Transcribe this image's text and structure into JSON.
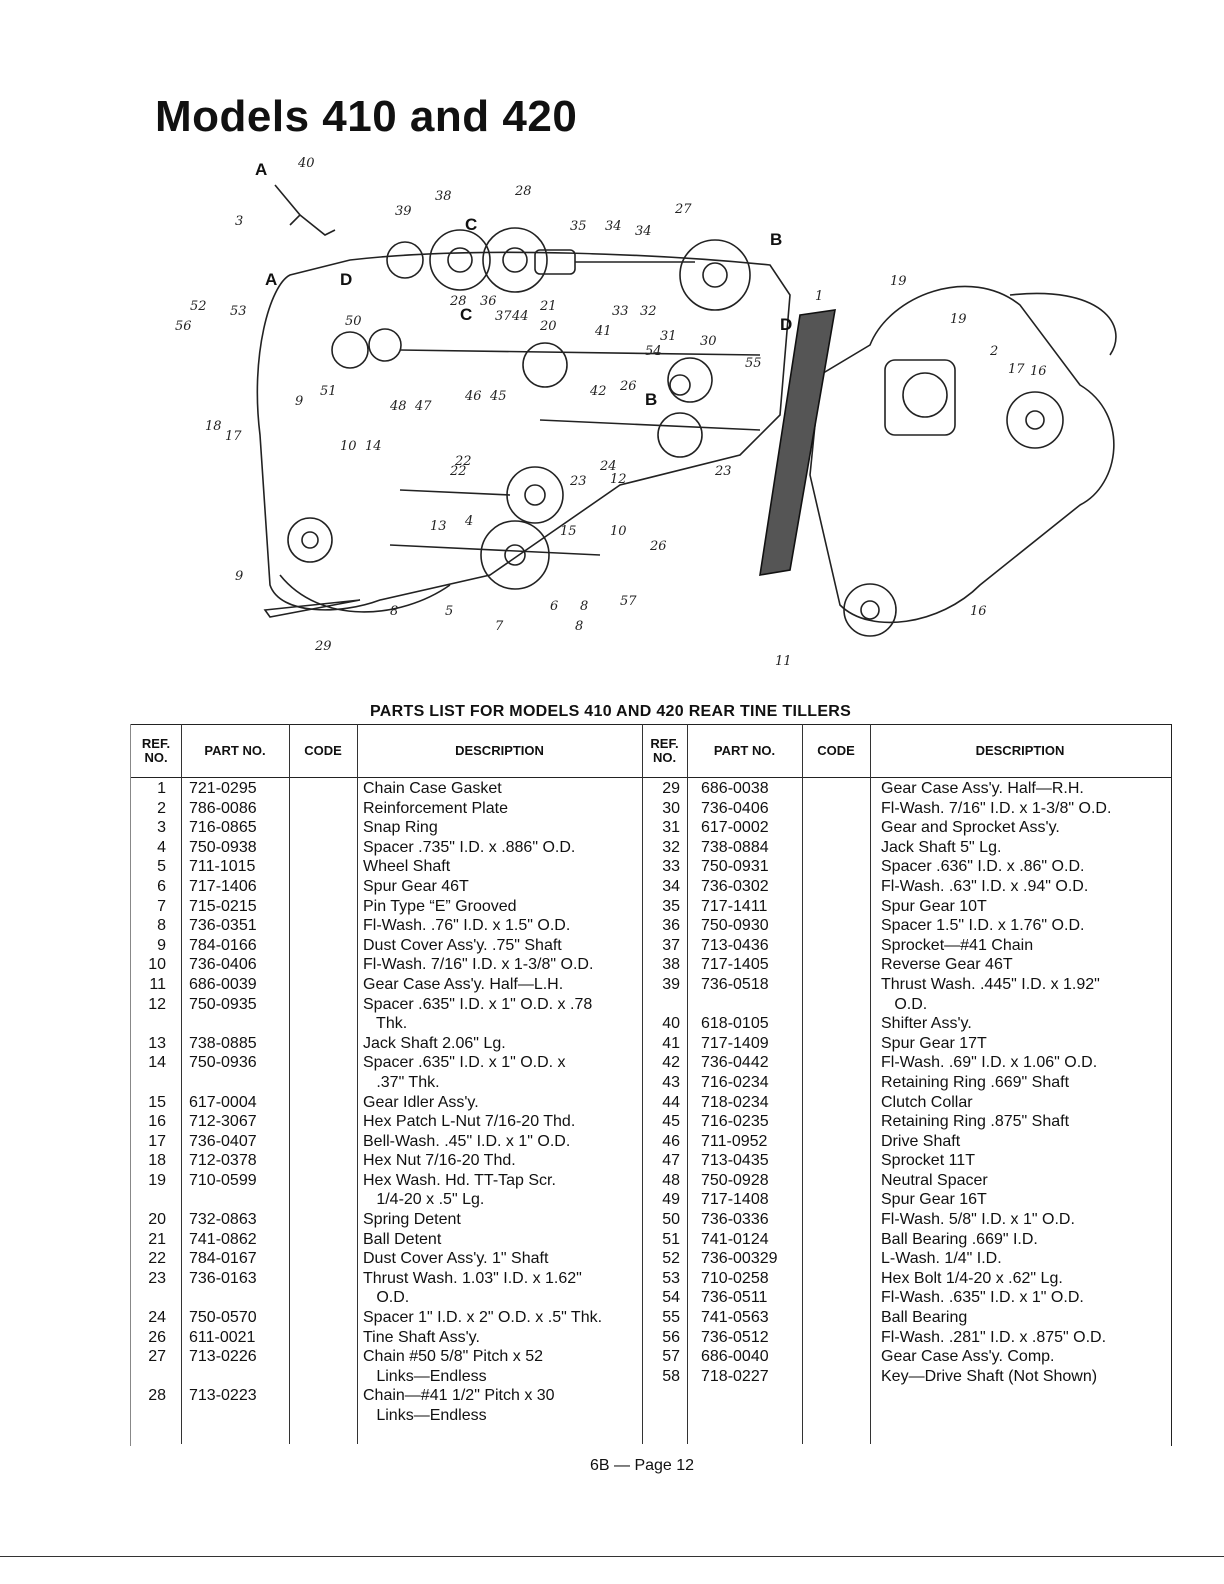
{
  "page_title": "Models 410 and 420",
  "diagram": {
    "letter_callouts": [
      "A",
      "A",
      "B",
      "B",
      "C",
      "C",
      "D",
      "D"
    ],
    "number_callouts": [
      "40",
      "3",
      "39",
      "38",
      "28",
      "35",
      "34",
      "34",
      "27",
      "19",
      "19",
      "52",
      "56",
      "53",
      "50",
      "28",
      "36",
      "37",
      "44",
      "21",
      "20",
      "41",
      "33",
      "32",
      "31",
      "30",
      "54",
      "55",
      "2",
      "17",
      "16",
      "51",
      "9",
      "48",
      "47",
      "46",
      "45",
      "42",
      "26",
      "22",
      "18",
      "17",
      "10",
      "14",
      "22",
      "24",
      "12",
      "23",
      "23",
      "13",
      "4",
      "15",
      "10",
      "26",
      "9",
      "8",
      "5",
      "6",
      "8",
      "57",
      "7",
      "8",
      "29",
      "16",
      "11",
      "1"
    ]
  },
  "parts_list": {
    "heading": "PARTS LIST FOR MODELS 410 AND 420 REAR TINE TILLERS",
    "headers": {
      "ref": "REF. NO.",
      "part": "PART NO.",
      "code": "CODE",
      "description": "DESCRIPTION"
    },
    "left_rows": [
      {
        "ref": "1",
        "part": "721-0295",
        "desc": [
          "Chain Case Gasket"
        ]
      },
      {
        "ref": "2",
        "part": "786-0086",
        "desc": [
          "Reinforcement Plate"
        ]
      },
      {
        "ref": "3",
        "part": "716-0865",
        "desc": [
          "Snap Ring"
        ]
      },
      {
        "ref": "4",
        "part": "750-0938",
        "desc": [
          "Spacer .735\" I.D. x .886\" O.D."
        ]
      },
      {
        "ref": "5",
        "part": "711-1015",
        "desc": [
          "Wheel Shaft"
        ]
      },
      {
        "ref": "6",
        "part": "717-1406",
        "desc": [
          "Spur Gear 46T"
        ]
      },
      {
        "ref": "7",
        "part": "715-0215",
        "desc": [
          "Pin Type “E” Grooved"
        ]
      },
      {
        "ref": "8",
        "part": "736-0351",
        "desc": [
          "Fl-Wash. .76\" I.D. x 1.5\" O.D."
        ]
      },
      {
        "ref": "9",
        "part": "784-0166",
        "desc": [
          "Dust Cover Ass'y. .75\" Shaft"
        ]
      },
      {
        "ref": "10",
        "part": "736-0406",
        "desc": [
          "Fl-Wash. 7/16\" I.D. x 1-3/8\" O.D."
        ]
      },
      {
        "ref": "11",
        "part": "686-0039",
        "desc": [
          "Gear Case Ass'y. Half—L.H."
        ]
      },
      {
        "ref": "12",
        "part": "750-0935",
        "desc": [
          "Spacer .635\" I.D. x 1\" O.D. x .78",
          "   Thk."
        ]
      },
      {
        "ref": "13",
        "part": "738-0885",
        "desc": [
          "Jack Shaft 2.06\" Lg."
        ]
      },
      {
        "ref": "14",
        "part": "750-0936",
        "desc": [
          "Spacer .635\" I.D. x 1\" O.D. x",
          "   .37\" Thk."
        ]
      },
      {
        "ref": "15",
        "part": "617-0004",
        "desc": [
          "Gear Idler Ass'y."
        ]
      },
      {
        "ref": "16",
        "part": "712-3067",
        "desc": [
          "Hex Patch L-Nut 7/16-20 Thd."
        ]
      },
      {
        "ref": "17",
        "part": "736-0407",
        "desc": [
          "Bell-Wash. .45\" I.D. x 1\" O.D."
        ]
      },
      {
        "ref": "18",
        "part": "712-0378",
        "desc": [
          "Hex Nut 7/16-20 Thd."
        ]
      },
      {
        "ref": "19",
        "part": "710-0599",
        "desc": [
          "Hex Wash. Hd. TT-Tap Scr.",
          "   1/4-20 x .5\" Lg."
        ]
      },
      {
        "ref": "20",
        "part": "732-0863",
        "desc": [
          "Spring Detent"
        ]
      },
      {
        "ref": "21",
        "part": "741-0862",
        "desc": [
          "Ball Detent"
        ]
      },
      {
        "ref": "22",
        "part": "784-0167",
        "desc": [
          "Dust Cover Ass'y. 1\" Shaft"
        ]
      },
      {
        "ref": "23",
        "part": "736-0163",
        "desc": [
          "Thrust Wash. 1.03\" I.D. x 1.62\"",
          "   O.D."
        ]
      },
      {
        "ref": "24",
        "part": "750-0570",
        "desc": [
          "Spacer 1\" I.D. x 2\" O.D. x .5\" Thk."
        ]
      },
      {
        "ref": "26",
        "part": "611-0021",
        "desc": [
          "Tine Shaft Ass'y."
        ]
      },
      {
        "ref": "27",
        "part": "713-0226",
        "desc": [
          "Chain #50 5/8\" Pitch x 52",
          "   Links—Endless"
        ]
      },
      {
        "ref": "28",
        "part": "713-0223",
        "desc": [
          "Chain—#41 1/2\" Pitch x 30",
          "   Links—Endless"
        ]
      }
    ],
    "right_rows": [
      {
        "ref": "29",
        "part": "686-0038",
        "desc": [
          "Gear Case Ass'y. Half—R.H."
        ]
      },
      {
        "ref": "30",
        "part": "736-0406",
        "desc": [
          "Fl-Wash. 7/16\" I.D. x 1-3/8\" O.D."
        ]
      },
      {
        "ref": "31",
        "part": "617-0002",
        "desc": [
          "Gear and Sprocket Ass'y."
        ]
      },
      {
        "ref": "32",
        "part": "738-0884",
        "desc": [
          "Jack Shaft 5\" Lg."
        ]
      },
      {
        "ref": "33",
        "part": "750-0931",
        "desc": [
          "Spacer .636\" I.D. x .86\" O.D."
        ]
      },
      {
        "ref": "34",
        "part": "736-0302",
        "desc": [
          "Fl-Wash. .63\" I.D. x .94\" O.D."
        ]
      },
      {
        "ref": "35",
        "part": "717-1411",
        "desc": [
          "Spur Gear 10T"
        ]
      },
      {
        "ref": "36",
        "part": "750-0930",
        "desc": [
          "Spacer 1.5\" I.D. x 1.76\" O.D."
        ]
      },
      {
        "ref": "37",
        "part": "713-0436",
        "desc": [
          "Sprocket—#41 Chain"
        ]
      },
      {
        "ref": "38",
        "part": "717-1405",
        "desc": [
          "Reverse Gear 46T"
        ]
      },
      {
        "ref": "39",
        "part": "736-0518",
        "desc": [
          "Thrust Wash. .445\" I.D. x 1.92\"",
          "   O.D."
        ]
      },
      {
        "ref": "40",
        "part": "618-0105",
        "desc": [
          "Shifter Ass'y."
        ]
      },
      {
        "ref": "41",
        "part": "717-1409",
        "desc": [
          "Spur Gear 17T"
        ]
      },
      {
        "ref": "42",
        "part": "736-0442",
        "desc": [
          "Fl-Wash. .69\" I.D. x 1.06\" O.D."
        ]
      },
      {
        "ref": "43",
        "part": "716-0234",
        "desc": [
          "Retaining Ring .669\" Shaft"
        ]
      },
      {
        "ref": "44",
        "part": "718-0234",
        "desc": [
          "Clutch Collar"
        ]
      },
      {
        "ref": "45",
        "part": "716-0235",
        "desc": [
          "Retaining Ring .875\" Shaft"
        ]
      },
      {
        "ref": "46",
        "part": "711-0952",
        "desc": [
          "Drive Shaft"
        ]
      },
      {
        "ref": "47",
        "part": "713-0435",
        "desc": [
          "Sprocket 11T"
        ]
      },
      {
        "ref": "48",
        "part": "750-0928",
        "desc": [
          "Neutral Spacer"
        ]
      },
      {
        "ref": "49",
        "part": "717-1408",
        "desc": [
          "Spur Gear 16T"
        ]
      },
      {
        "ref": "50",
        "part": "736-0336",
        "desc": [
          "Fl-Wash. 5/8\" I.D. x 1\" O.D."
        ]
      },
      {
        "ref": "51",
        "part": "741-0124",
        "desc": [
          "Ball Bearing .669\" I.D."
        ]
      },
      {
        "ref": "52",
        "part": "736-00329",
        "desc": [
          "L-Wash. 1/4\" I.D."
        ]
      },
      {
        "ref": "53",
        "part": "710-0258",
        "desc": [
          "Hex Bolt 1/4-20 x .62\" Lg."
        ]
      },
      {
        "ref": "54",
        "part": "736-0511",
        "desc": [
          "Fl-Wash. .635\" I.D. x 1\" O.D."
        ]
      },
      {
        "ref": "55",
        "part": "741-0563",
        "desc": [
          "Ball Bearing"
        ]
      },
      {
        "ref": "56",
        "part": "736-0512",
        "desc": [
          "Fl-Wash. .281\" I.D. x .875\" O.D."
        ]
      },
      {
        "ref": "57",
        "part": "686-0040",
        "desc": [
          "Gear Case Ass'y. Comp."
        ]
      },
      {
        "ref": "58",
        "part": "718-0227",
        "desc": [
          "Key—Drive Shaft (Not Shown)"
        ]
      }
    ]
  },
  "footer": "6B — Page 12"
}
